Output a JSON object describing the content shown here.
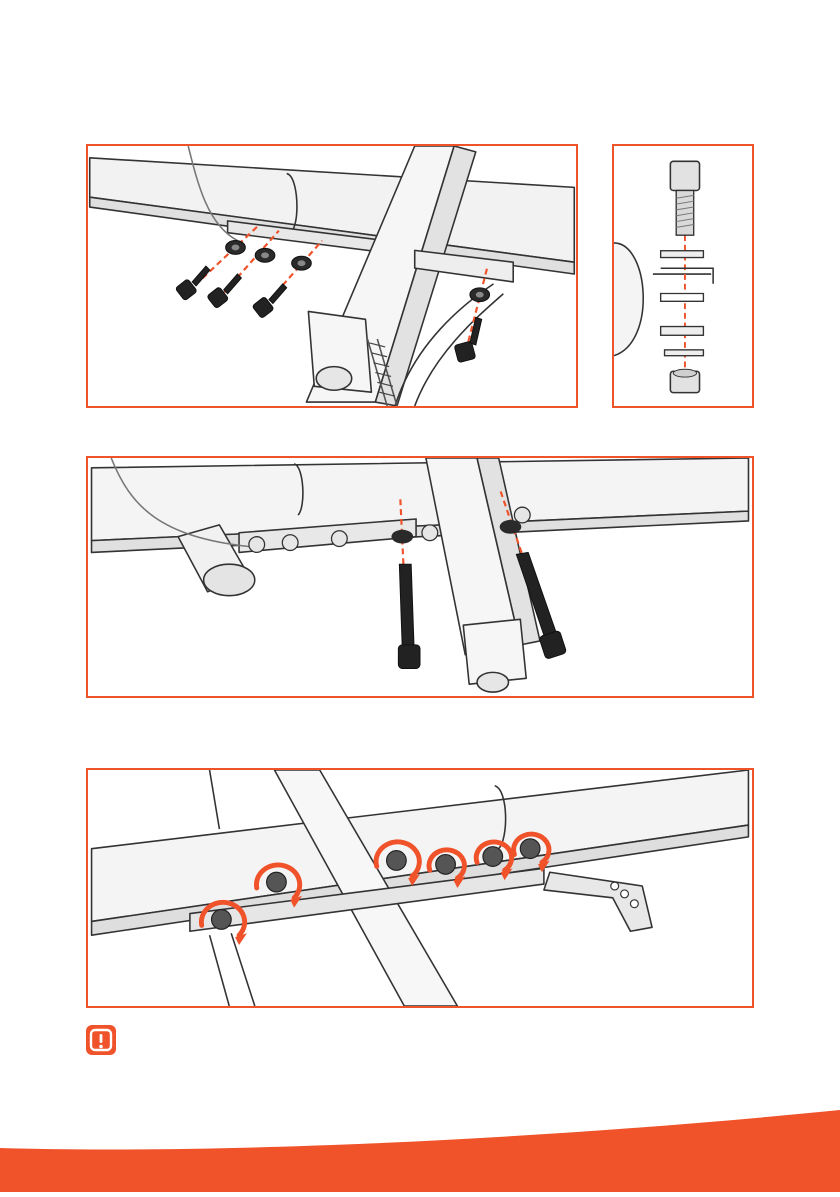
{
  "page": {
    "accent_color": "#f0522a",
    "line_color": "#333333",
    "fill_color": "#f4f4f4",
    "shadow_color": "#d6d6d6"
  },
  "figures": [
    {
      "name": "step-1-bolt-insertion",
      "arrows": "dashed"
    },
    {
      "name": "hardware-stack-detail",
      "arrows": "dashed"
    },
    {
      "name": "step-2-long-bolt-insertion",
      "arrows": "dashed"
    },
    {
      "name": "step-3-tightening",
      "arrows": "rotation"
    }
  ],
  "notice": {
    "icon": "exclamation-icon"
  },
  "footer": {
    "shape": "orange-wave"
  }
}
